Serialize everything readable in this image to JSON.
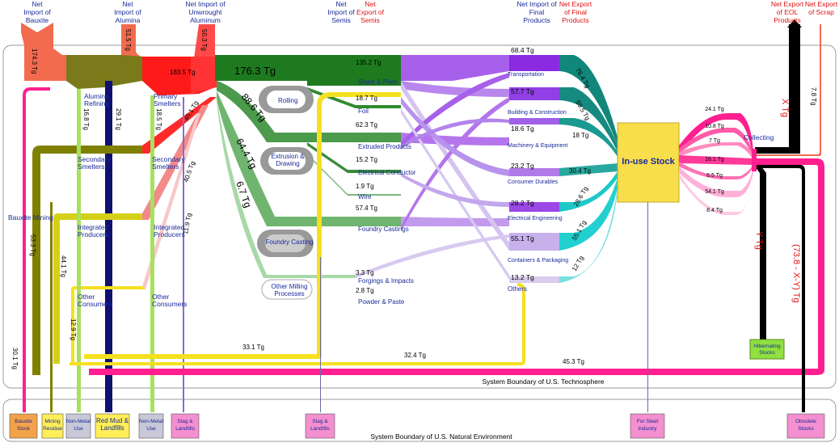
{
  "top_labels": {
    "bauxite": [
      "Net",
      "Import of",
      "Bauxite"
    ],
    "alumina": [
      "Net",
      "Import of",
      "Alumina"
    ],
    "unwrought": [
      "Net Import of",
      "Unwrought",
      "Aluminum"
    ],
    "semis_import": [
      "Net",
      "Import of",
      "Semis"
    ],
    "semis_export": [
      "Net",
      "Export of",
      "Semis"
    ],
    "final_import": [
      "Net Import of",
      "Final",
      "Products"
    ],
    "final_export": [
      "Net Export",
      "of Final",
      "Products"
    ],
    "eol_export": [
      "Net Export",
      "of EOL",
      "Products"
    ],
    "scrap_export": [
      "Net Export",
      "of Scrap"
    ]
  },
  "flow_values": {
    "bauxite_import": "174.3 Tg",
    "alumina_import": "51.5 Tg",
    "unwrought_import": "50.3 Tg",
    "smelter_out": "183.5 Tg",
    "main_flow": "176.3 Tg",
    "rolling": "88.6 Tg",
    "extrusion": "64.4 Tg",
    "milling": "6.7 Tg",
    "alumina_16_8": "16.8 Tg",
    "alumina_29_1": "29.1 Tg",
    "primary_18_5": "18.5 Tg",
    "scrap_45_1": "45.1 Tg",
    "scrap_40_5": "40.5 Tg",
    "scrap_11_9": "11.9 Tg",
    "mining_53_3": "53.3 Tg",
    "integrated_44_1": "44.1 Tg",
    "other_12_9": "12.9 Tg",
    "bauxite_stock_30_1": "30.1 Tg",
    "foundry_33_1": "33.1 Tg",
    "recycle_32_4": "32.4 Tg",
    "obsolete_45_3": "45.3 Tg",
    "x": "X Tg",
    "y": "Y Tg",
    "remainder": "(73.8 - X-Y) Tg",
    "scrap_export_7_8": "7.8 Tg"
  },
  "nodes": {
    "alumina_refining": [
      "Alumina",
      "Refining"
    ],
    "primary_smelters": [
      "Primary",
      "Smelters"
    ],
    "secondary_smelters_1": [
      "Secondary",
      "Smelters"
    ],
    "secondary_smelters_2": [
      "Secondary",
      "Smelters"
    ],
    "integrated_producers_1": [
      "Integrated",
      "Producers"
    ],
    "integrated_producers_2": [
      "Integrated",
      "Producers"
    ],
    "other_consumers_1": [
      "Other",
      "Consumers"
    ],
    "other_consumers_2": [
      "Other",
      "Consumers"
    ],
    "bauxite_mining": "Bauxite Mining",
    "rolling": "Rolling",
    "extrusion": [
      "Extrusion &",
      "Drawing"
    ],
    "foundry": "Foundry Casting",
    "other_milling": [
      "Other Milling",
      "Processes"
    ],
    "in_use_stock": "In-use Stock",
    "collecting": "Collecting",
    "hibernating": [
      "Hibernating",
      "Stocks"
    ]
  },
  "semis": [
    {
      "value": "135.2 Tg",
      "name": "Sheet & Plate"
    },
    {
      "value": "18.7 Tg",
      "name": "Foil"
    },
    {
      "value": "62.3 Tg",
      "name": "Extruded Products"
    },
    {
      "value": "15.2 Tg",
      "name": "Electrical Conductor"
    },
    {
      "value": "1.9 Tg",
      "name": "Wire"
    },
    {
      "value": "57.4 Tg",
      "name": "Foundry Castings"
    },
    {
      "value": "3.3 Tg",
      "name": "Forgings & Impacts"
    },
    {
      "value": "2.8 Tg",
      "name": "Powder & Paste"
    }
  ],
  "end_uses": [
    {
      "value": "68.4 Tg",
      "name": "Transportation",
      "out": "76.4 Tg"
    },
    {
      "value": "57.7 Tg",
      "name": "Building & Construction",
      "out": "59.5 Tg"
    },
    {
      "value": "18.6 Tg",
      "name": "Machinery & Equipment",
      "out": "18 Tg"
    },
    {
      "value": "23.2 Tg",
      "name": "Consumer Durables",
      "out": "30.4 Tg"
    },
    {
      "value": "28.2 Tg",
      "name": "Electrical Engineering",
      "out": "28.6 Tg"
    },
    {
      "value": "55.1 Tg",
      "name": "Containers & Packaging",
      "out": "55.1 Tg"
    },
    {
      "value": "13.2 Tg",
      "name": "Others",
      "out": "12 Tg"
    }
  ],
  "collect_flows": [
    "24.1 Tg",
    "10.8 Tg",
    "7 Tg",
    "16.1 Tg",
    "6.5 Tg",
    "54.1 Tg",
    "8.4 Tg"
  ],
  "boundaries": {
    "technosphere": "System Boundary of U.S. Technosphere",
    "environment": "System Boundary of U.S. Natural Environment"
  },
  "bottom_boxes": [
    {
      "key": "bauxite_stock",
      "lines": [
        "Bauxite",
        "Stock"
      ],
      "color": "#f4a24a"
    },
    {
      "key": "mining_residue",
      "lines": [
        "Mining",
        "Residue"
      ],
      "color": "#ffee58"
    },
    {
      "key": "nonmetal_1",
      "lines": [
        "Non-Metal",
        "Use"
      ],
      "color": "#c8c8d8"
    },
    {
      "key": "red_mud",
      "lines": [
        "Red Mud &",
        "Landfills"
      ],
      "color": "#ffee58"
    },
    {
      "key": "nonmetal_2",
      "lines": [
        "Non-Metal",
        "Use"
      ],
      "color": "#c8c8d8"
    },
    {
      "key": "slag_1",
      "lines": [
        "Slag &",
        "Landfills"
      ],
      "color": "#f48fd0"
    },
    {
      "key": "slag_2",
      "lines": [
        "Slag &",
        "Landfills"
      ],
      "color": "#f48fd0"
    },
    {
      "key": "steel",
      "lines": [
        "For Steel",
        "Industry"
      ],
      "color": "#f48fd0"
    },
    {
      "key": "obsolete",
      "lines": [
        "Obsolete",
        "Stocks"
      ],
      "color": "#f48fd0"
    }
  ],
  "colors": {
    "bauxite": "#f26b4f",
    "alumina": "#7a7a1a",
    "primary": "#ff1a1a",
    "main": "#1e7a1e",
    "semis_purple": "#8a2be2",
    "teal": "#11867a",
    "cyan": "#1ec8c8",
    "stock": "#f8de4a",
    "pink": "#ff1f8f",
    "black": "#000000",
    "navy": "#101070",
    "olive": "#808000",
    "yellow": "#f5e020",
    "lime": "#a8e060"
  }
}
